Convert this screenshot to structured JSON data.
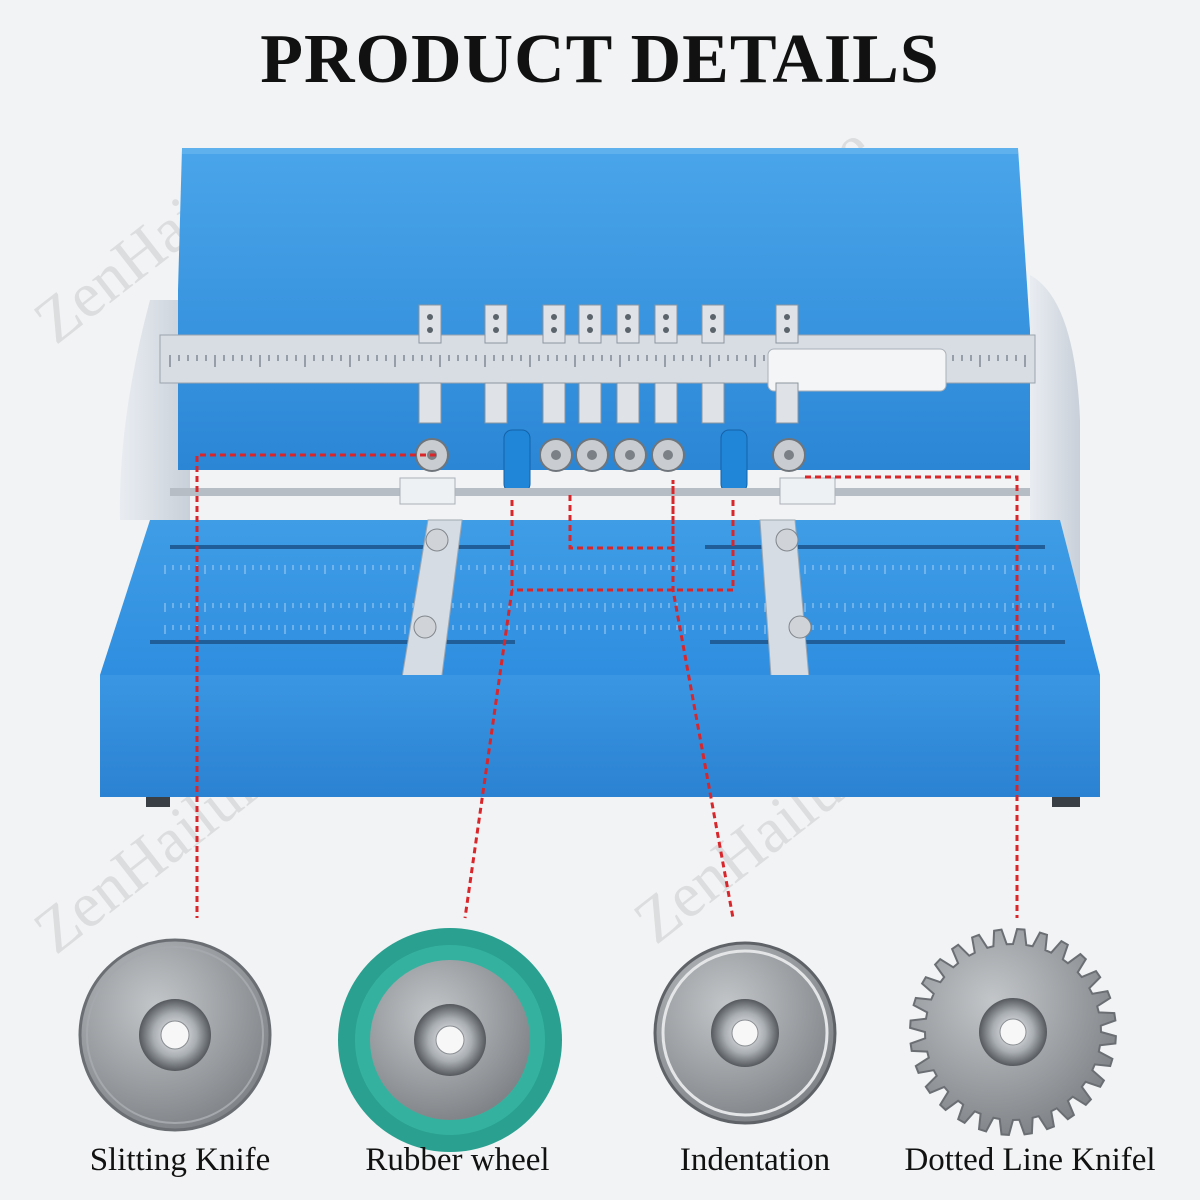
{
  "title": "PRODUCT DETAILS",
  "watermark": "ZenHailure",
  "colors": {
    "machine_blue": "#2f8ee0",
    "tray_blue": "#3b9be6",
    "guide_gray": "#cfd6df",
    "callout_red": "#d9262b",
    "rubber_green": "#2aa090"
  },
  "parts": [
    {
      "id": "slitting-knife",
      "label": "Slitting Knife",
      "icon": "plain-blade-icon"
    },
    {
      "id": "rubber-wheel",
      "label": "Rubber wheel",
      "icon": "rubber-wheel-icon"
    },
    {
      "id": "indentation",
      "label": "Indentation",
      "icon": "creasing-wheel-icon"
    },
    {
      "id": "dotted-line-knife",
      "label": "Dotted Line Knifel",
      "icon": "perforating-blade-icon"
    }
  ]
}
